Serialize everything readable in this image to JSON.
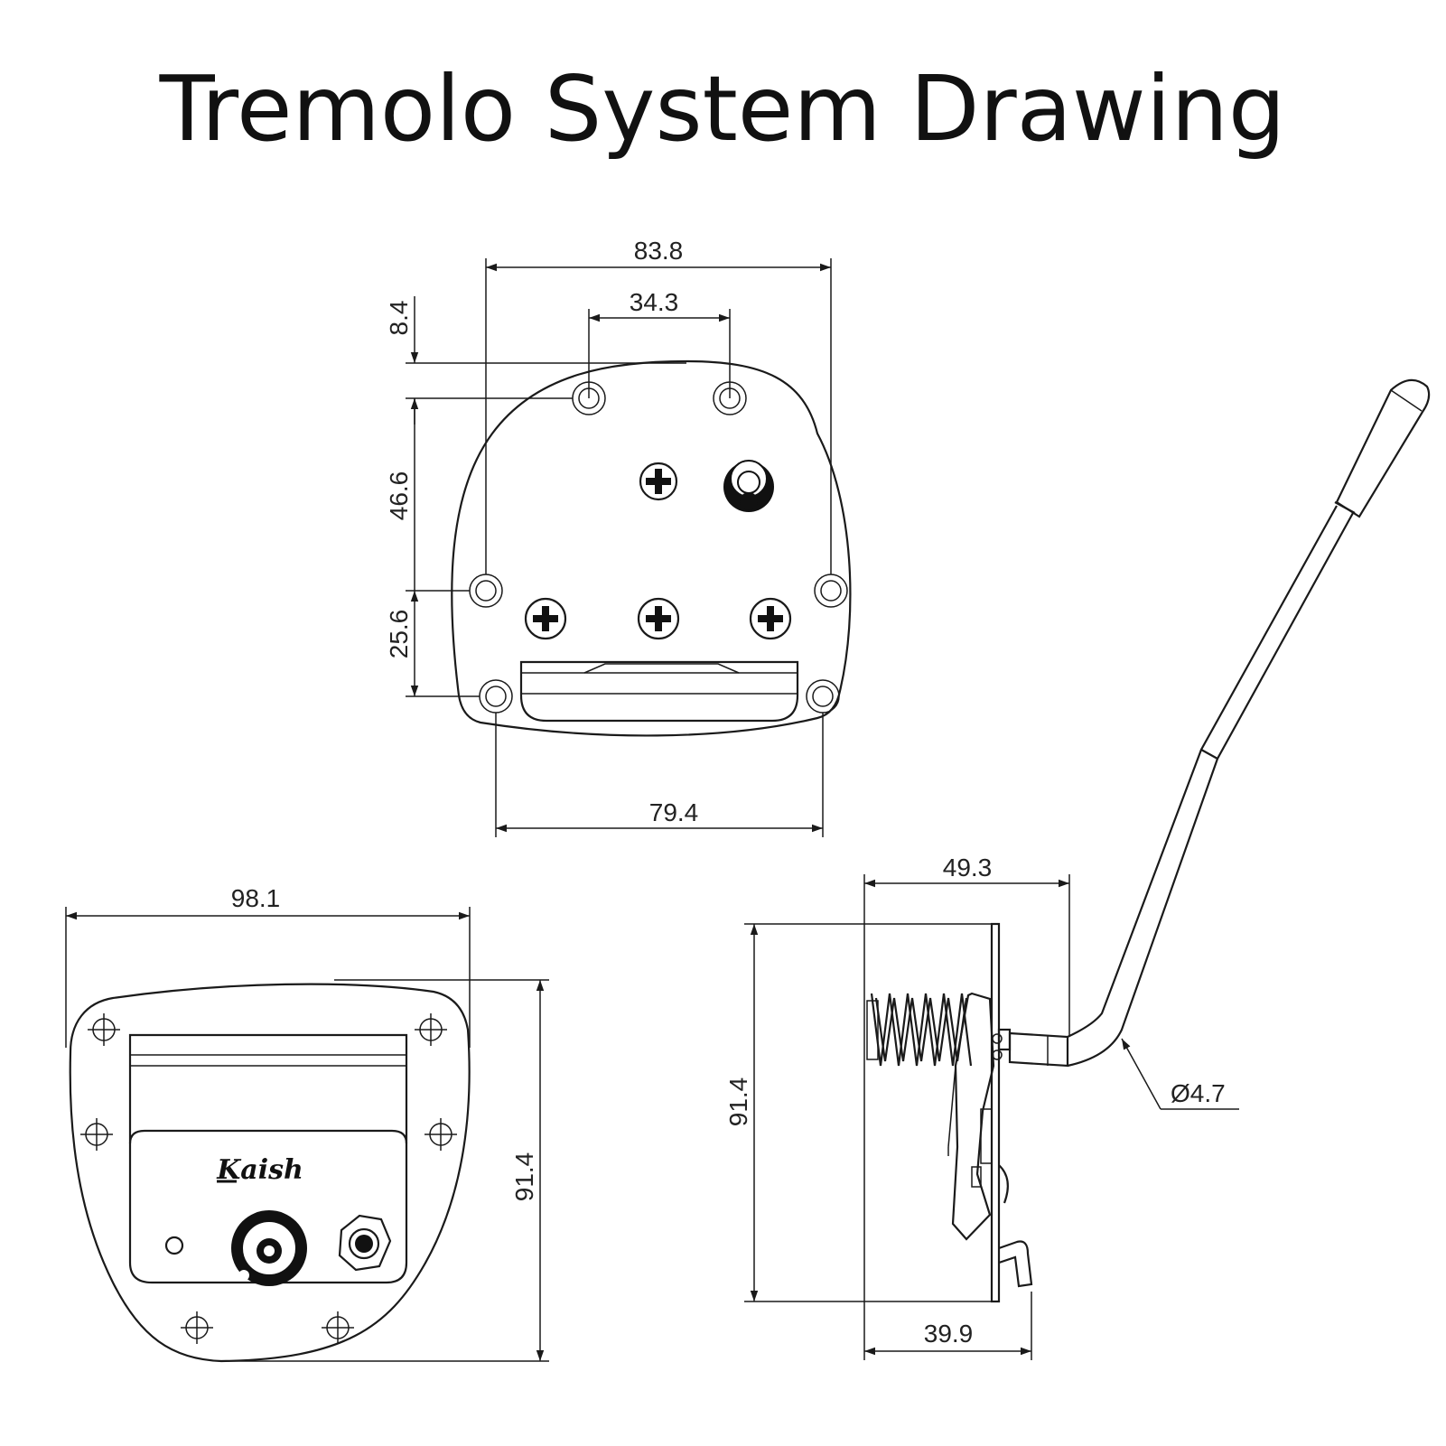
{
  "title": "Tremolo System Drawing",
  "logo_text": "Kaish",
  "dimensions": {
    "top_width": "83.8",
    "top_hole_spacing": "34.3",
    "top_offset": "8.4",
    "top_mid_height": "46.6",
    "top_lower_height": "25.6",
    "top_bottom_width": "79.4",
    "bottom_width": "98.1",
    "bottom_height": "91.4",
    "side_top_width": "49.3",
    "side_height": "91.4",
    "side_bottom_width": "39.9",
    "arm_diameter": "Ø4.7"
  }
}
